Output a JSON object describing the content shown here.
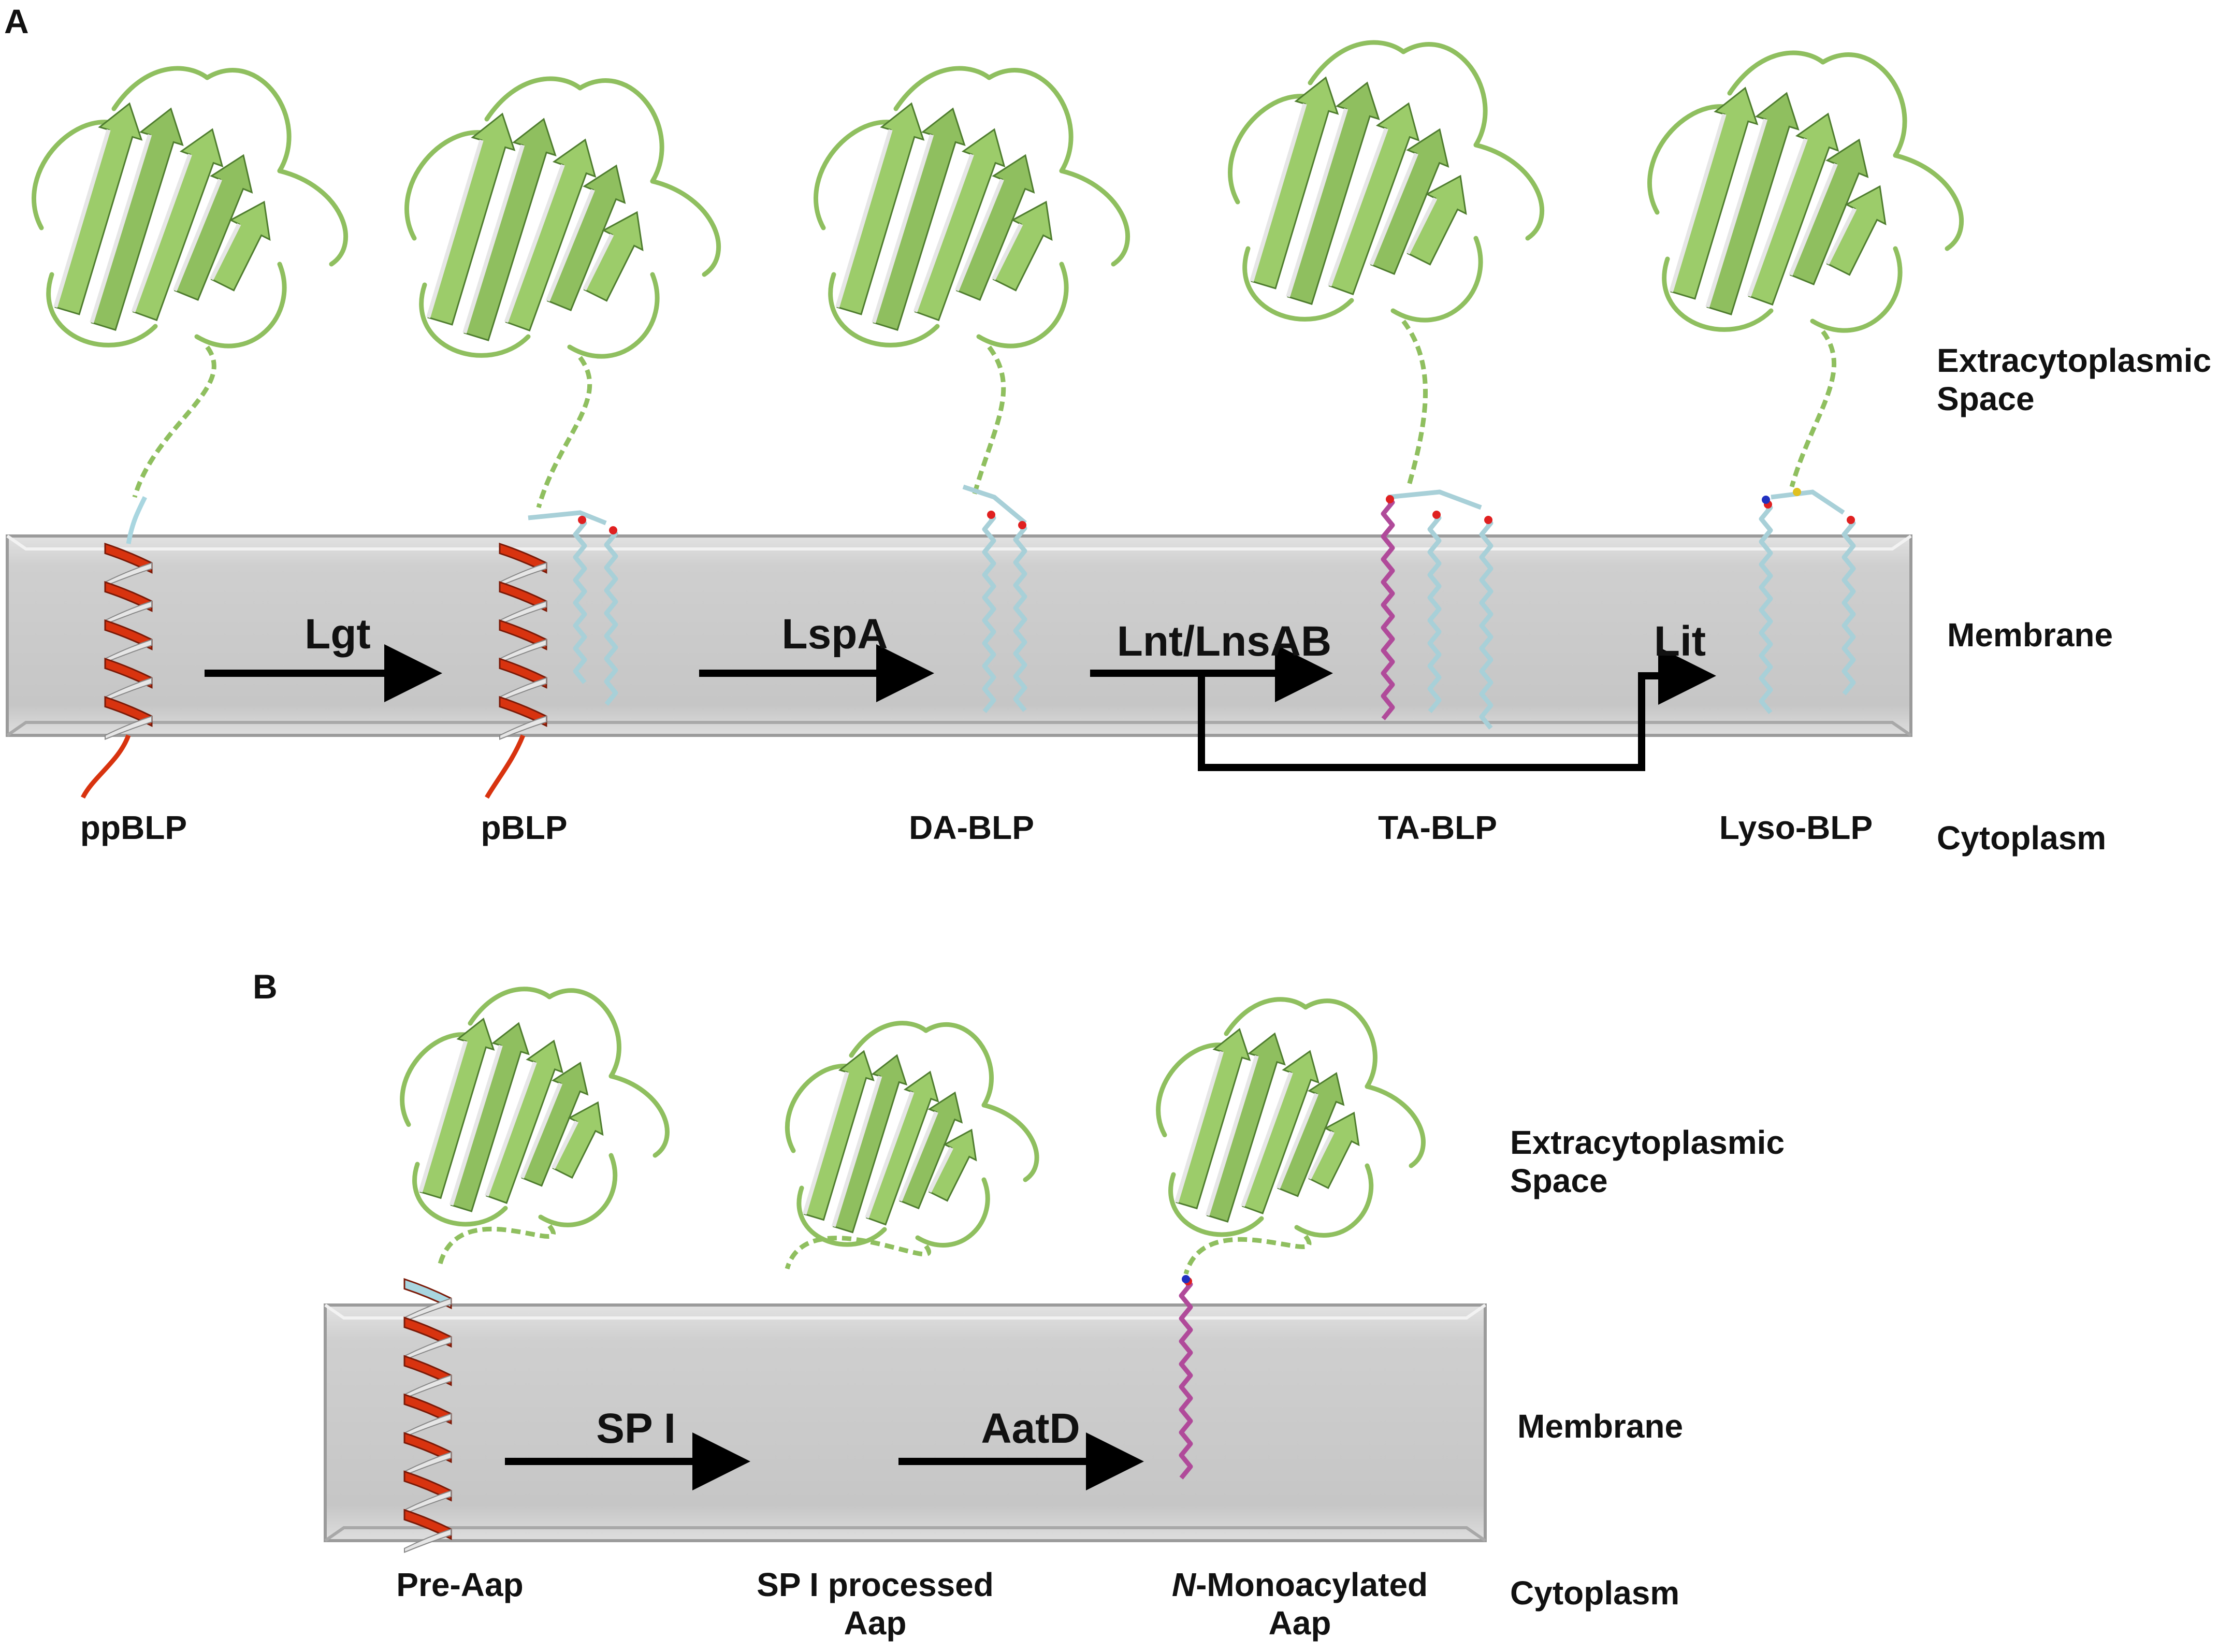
{
  "colors": {
    "membrane_fill": "#c9c9c9",
    "membrane_edge": "#9b9b9b",
    "helix_red": "#d8330f",
    "helix_white": "#e6e6e6",
    "helix_cyan": "#a9d6e0",
    "protein_green": "#8fbf5f",
    "protein_green_dark": "#4f7d2f",
    "lipid_cyan": "#a8d0d8",
    "lipid_magenta": "#b04a9a",
    "oxygen_red": "#e02020",
    "sulfur_yellow": "#e0c020",
    "nitrogen_blue": "#2030c0",
    "arrow": "#000000",
    "text": "#111111"
  },
  "panel_a": {
    "letter": "A",
    "compartments": {
      "extracytoplasmic": "Extracytoplasmic Space",
      "membrane": "Membrane",
      "cytoplasm": "Cytoplasm"
    },
    "stages": [
      "ppBLP",
      "pBLP",
      "DA-BLP",
      "TA-BLP",
      "Lyso-BLP"
    ],
    "enzymes": [
      "Lgt",
      "LspA",
      "Lnt/LnsAB",
      "Lit"
    ]
  },
  "panel_b": {
    "letter": "B",
    "compartments": {
      "extracytoplasmic": "Extracytoplasmic Space",
      "membrane": "Membrane",
      "cytoplasm": "Cytoplasm"
    },
    "stages": [
      "Pre-Aap",
      "SP I processed Aap",
      "Monoacylated Aap"
    ],
    "stage3_prefix_italic": "N",
    "stage3_prefix_sep": "-",
    "enzymes": [
      "SP I",
      "AatD"
    ]
  },
  "icons": {
    "protein_domain": "beta-barrel-cartoon-icon",
    "helix": "alpha-helix-icon",
    "lipid_chain": "acyl-chain-icon"
  }
}
